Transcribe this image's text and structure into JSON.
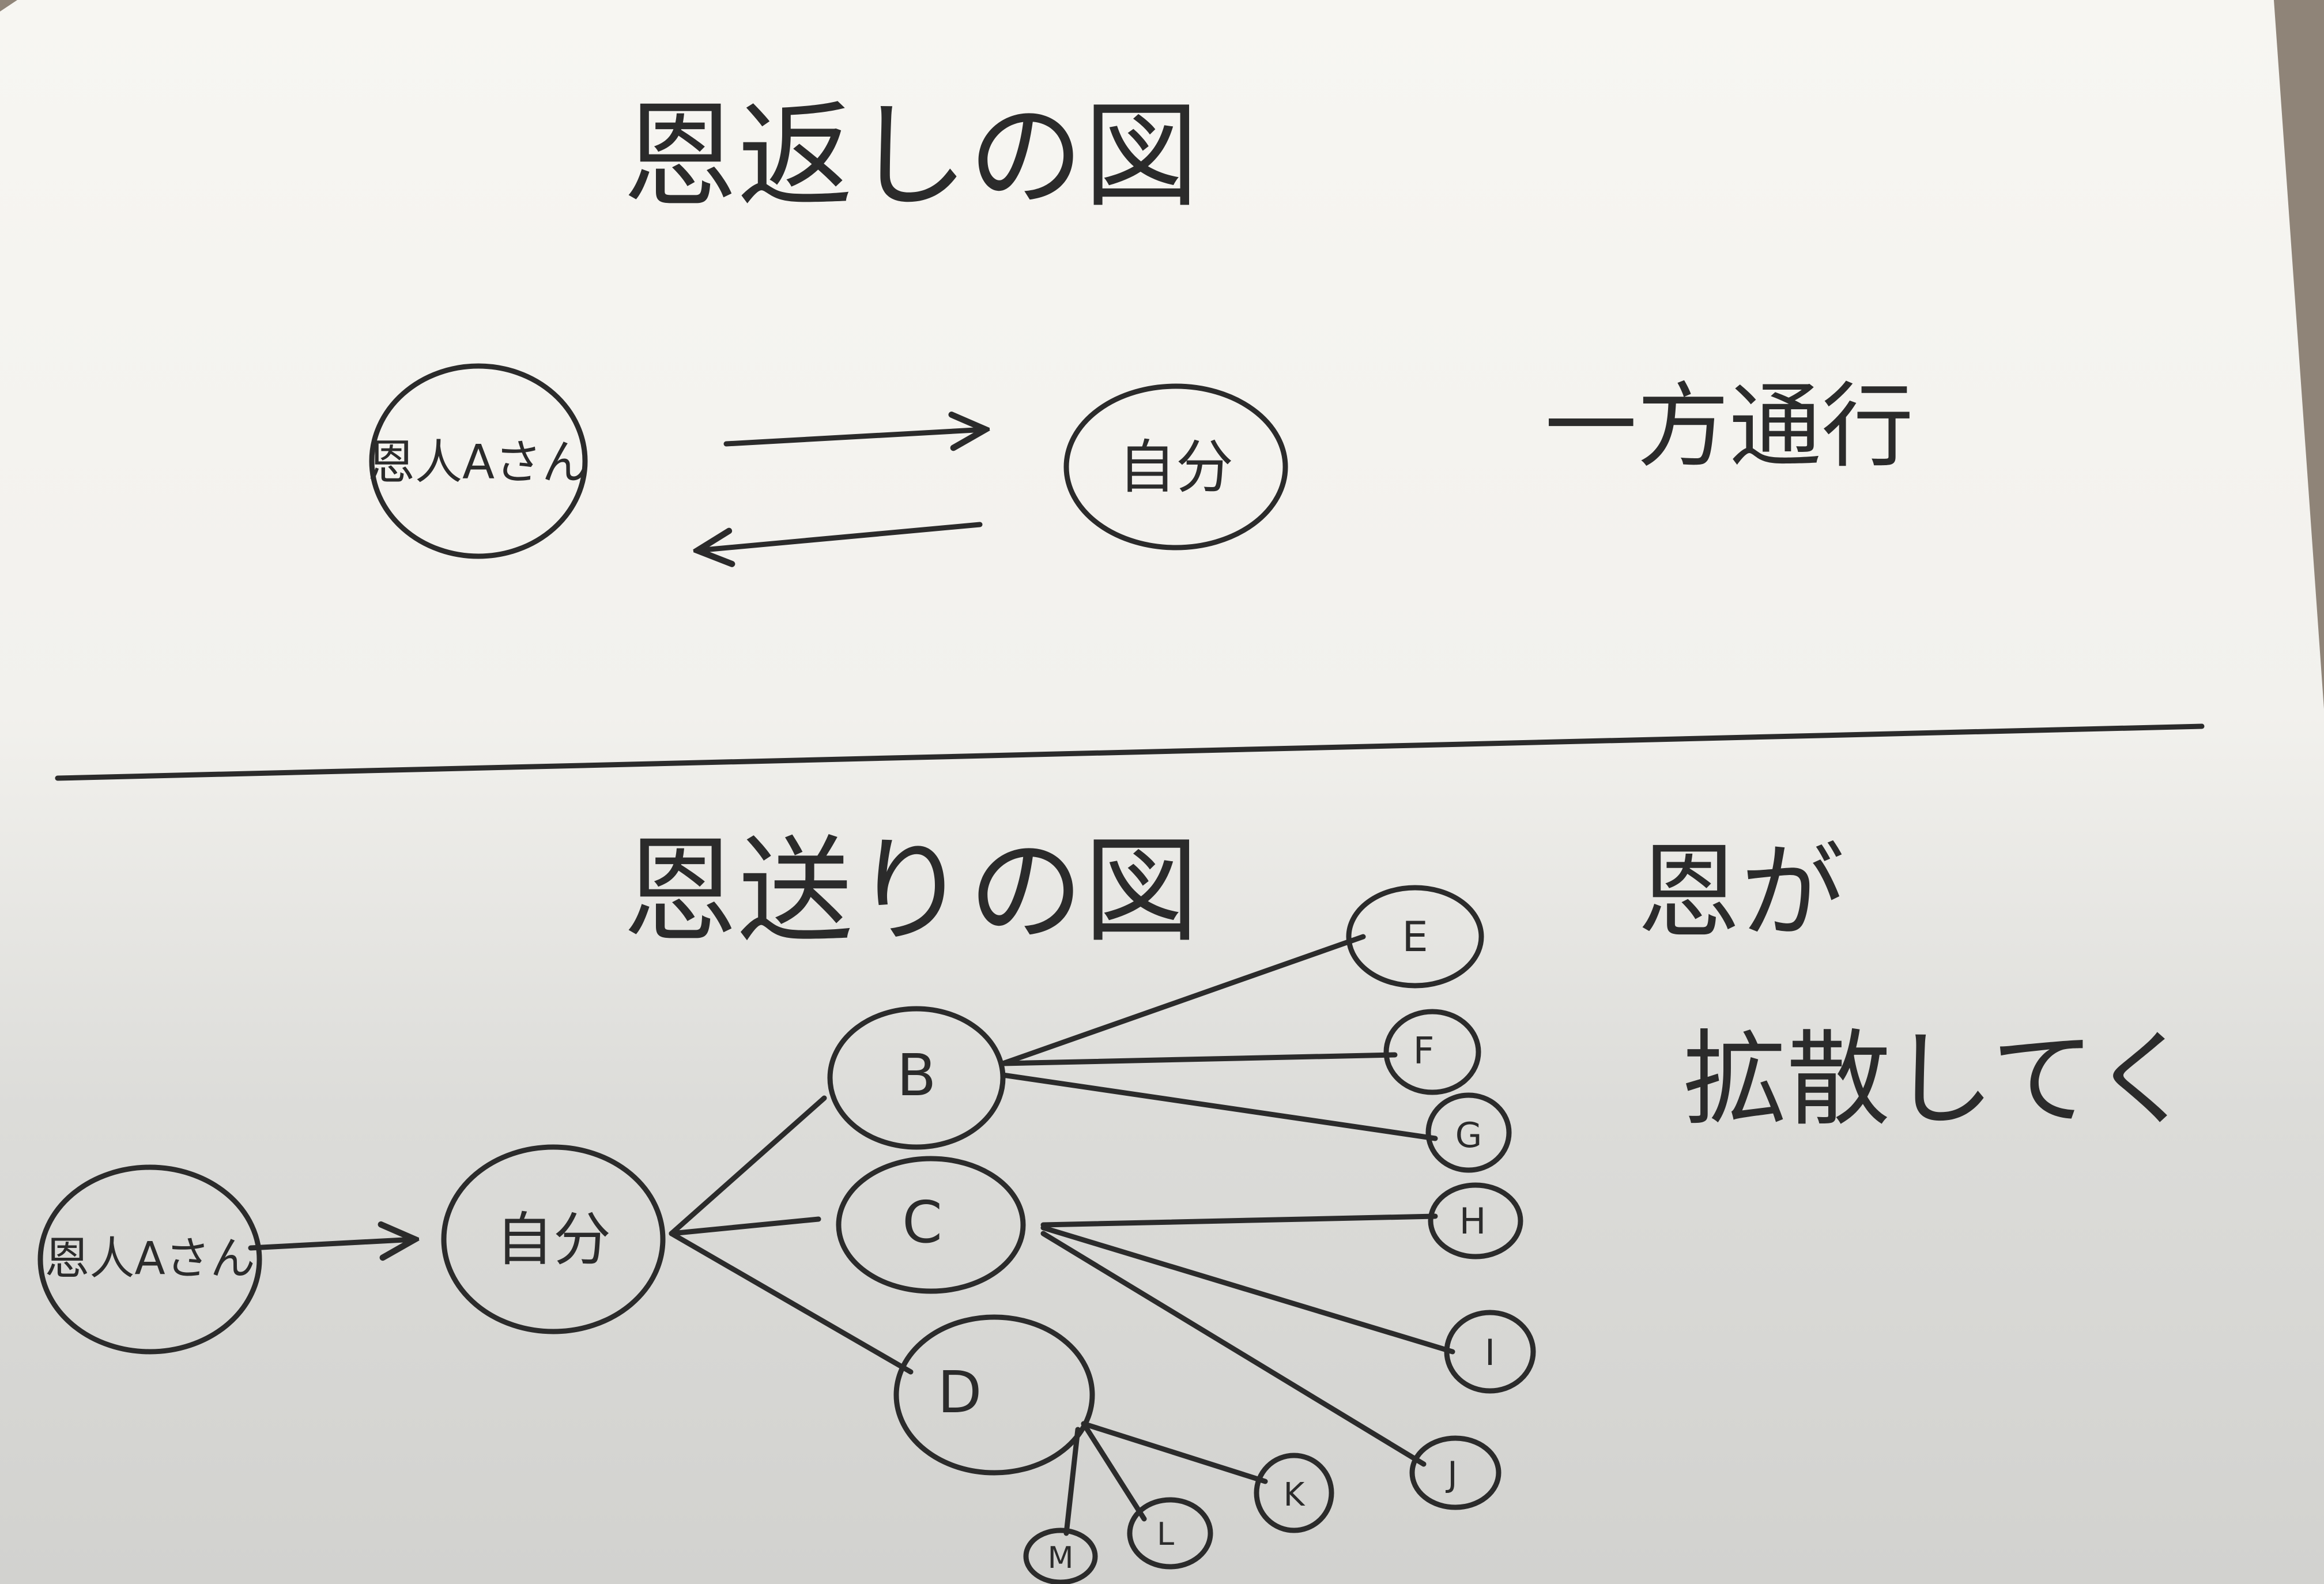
{
  "top_section": {
    "title": "恩返しの図",
    "left_node": "恩人Aさん",
    "right_node": "自分",
    "note": "一方通行"
  },
  "bottom_section": {
    "title": "恩送りの図",
    "note_line1": "恩が",
    "note_line2": "拡散してく",
    "origin_node": "恩人Aさん",
    "self_node": "自分",
    "nodes": {
      "B": "B",
      "C": "C",
      "D": "D",
      "E": "E",
      "F": "F",
      "G": "G",
      "H": "H",
      "I": "I",
      "J": "J",
      "K": "K",
      "L": "L",
      "M": "M"
    }
  },
  "colors": {
    "ink": "#2b2b2b",
    "paper": "#f6f5f1",
    "background": "#8f8478",
    "shadow": "#cfcfcc"
  }
}
